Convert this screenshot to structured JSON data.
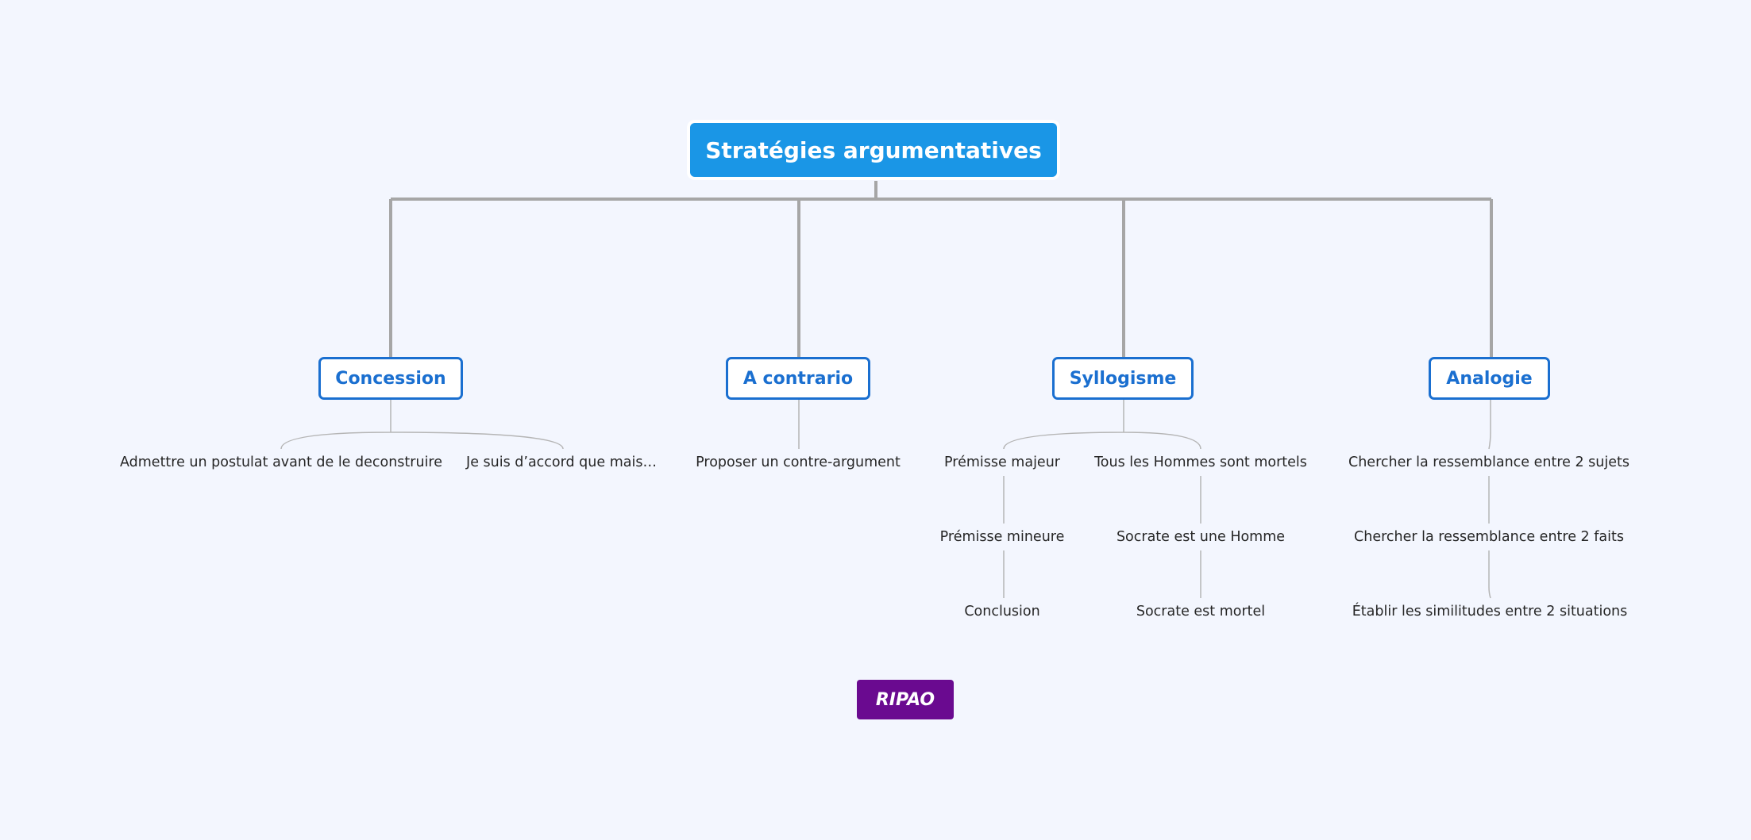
{
  "root": {
    "label": "Stratégies argumentatives"
  },
  "branches": [
    {
      "label": "Concession",
      "children": [
        {
          "label": "Admettre un postulat avant de le deconstruire"
        },
        {
          "label": "Je suis d’accord que mais…"
        }
      ]
    },
    {
      "label": "A contrario",
      "children": [
        {
          "label": "Proposer un contre-argument"
        }
      ]
    },
    {
      "label": "Syllogisme",
      "children": [
        {
          "label": "Prémisse majeur",
          "children": [
            {
              "label": "Prémisse mineure",
              "children": [
                {
                  "label": "Conclusion"
                }
              ]
            }
          ]
        },
        {
          "label": "Tous les Hommes sont mortels",
          "children": [
            {
              "label": "Socrate est une Homme",
              "children": [
                {
                  "label": "Socrate est mortel"
                }
              ]
            }
          ]
        }
      ]
    },
    {
      "label": "Analogie",
      "children": [
        {
          "label": "Chercher la ressemblance entre 2 sujets",
          "children": [
            {
              "label": "Chercher la ressemblance entre 2 faits",
              "children": [
                {
                  "label": "Établir les similitudes entre 2 situations"
                }
              ]
            }
          ]
        }
      ]
    }
  ],
  "badge": {
    "label": "RIPAO"
  },
  "colors": {
    "background": "#f3f6fe",
    "root_fill": "#1a96e6",
    "branch_border": "#1a6fd0",
    "badge_fill": "#6a0a90",
    "main_connector": "#a6a6a6",
    "leaf_connector": "#b5b5b5"
  }
}
